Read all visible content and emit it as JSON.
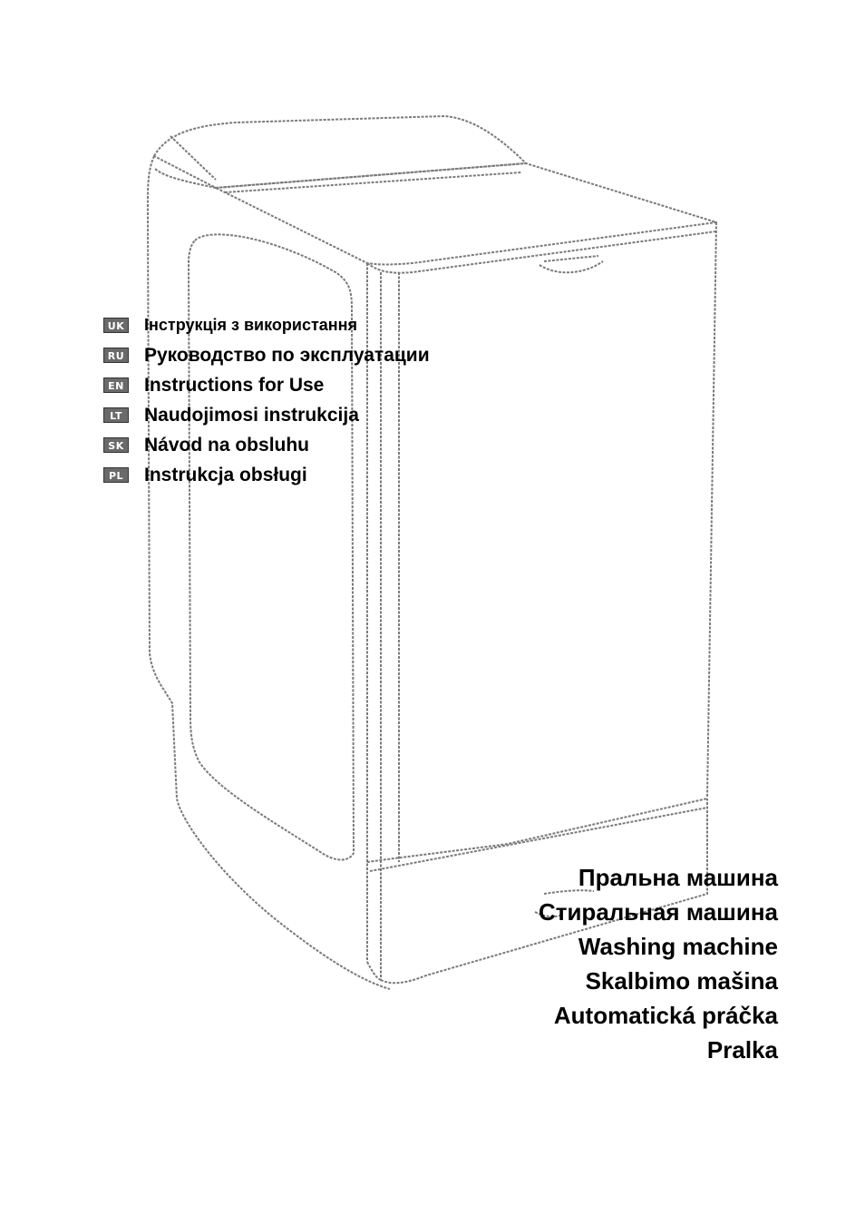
{
  "languages": [
    {
      "code": "UK",
      "label": "Інструкція з використання"
    },
    {
      "code": "RU",
      "label": "Руководство по эксплуатации"
    },
    {
      "code": "EN",
      "label": "Instructions for Use"
    },
    {
      "code": "LT",
      "label": "Naudojimosi instrukcija"
    },
    {
      "code": "SK",
      "label": "Návod na obsluhu"
    },
    {
      "code": "PL",
      "label": "Instrukcja obsługi"
    }
  ],
  "product_names": [
    "Пральна машина",
    "Стиральная машина",
    "Washing machine",
    "Skalbimo mašina",
    "Automatická práčka",
    "Pralka"
  ],
  "illustration": {
    "icon": "washing-machine-icon",
    "line_color": "#7a7a7a"
  }
}
